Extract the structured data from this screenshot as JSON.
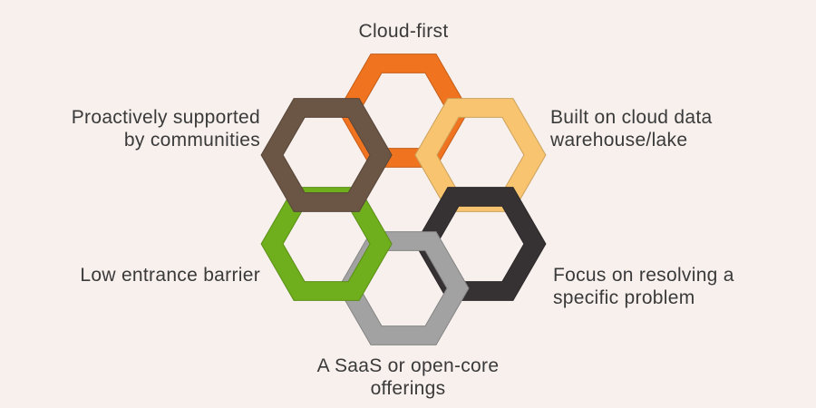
{
  "colors": {
    "background": "#f7f0ed",
    "text": "#3a3a3a"
  },
  "hexagons": [
    {
      "id": "top",
      "color": "#f0731f",
      "icon": "orange-hexagon"
    },
    {
      "id": "upper-right",
      "color": "#f9c46f",
      "icon": "light-orange-hexagon"
    },
    {
      "id": "lower-right",
      "color": "#363233",
      "icon": "dark-gray-hexagon"
    },
    {
      "id": "bottom",
      "color": "#a2a2a2",
      "icon": "gray-hexagon"
    },
    {
      "id": "lower-left",
      "color": "#6fae1c",
      "icon": "green-hexagon"
    },
    {
      "id": "upper-left",
      "color": "#6b5544",
      "icon": "brown-hexagon"
    }
  ],
  "labels": {
    "top": [
      "Cloud-first"
    ],
    "upper_right": [
      "Built on cloud data",
      "warehouse/lake"
    ],
    "lower_right": [
      "Focus on resolving a",
      "specific problem"
    ],
    "bottom": [
      "A SaaS or open-core",
      "offerings"
    ],
    "lower_left": [
      "Low entrance barrier"
    ],
    "upper_left": [
      "Proactively supported",
      "by communities"
    ]
  }
}
